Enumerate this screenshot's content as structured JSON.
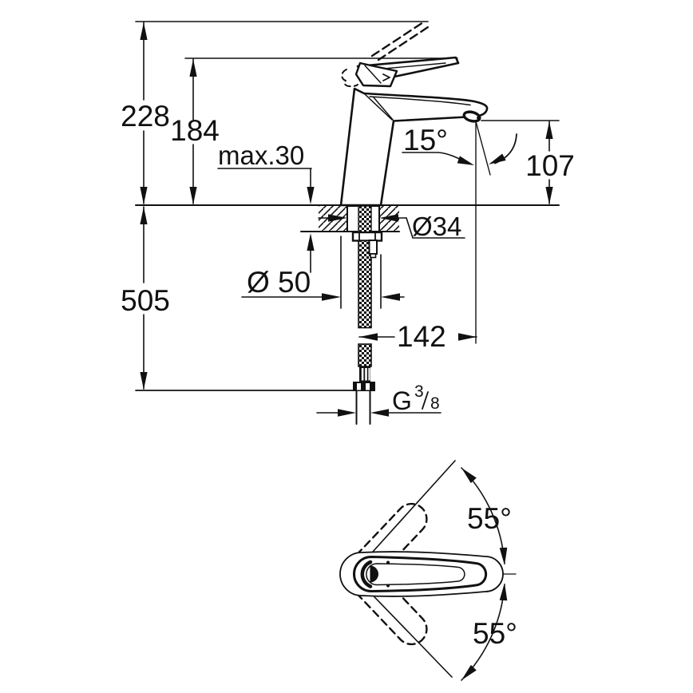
{
  "drawing": {
    "type": "technical-dimension-drawing",
    "product": "single-lever-basin-mixer",
    "line_color": "#111111",
    "background": "#ffffff",
    "side_view": {
      "overall_height": "228",
      "lever_height": "184",
      "deck_thickness_max": "max.30",
      "spout_angle": "15°",
      "outlet_height": "107",
      "shank_diameter": "Ø34",
      "base_diameter": "Ø 50",
      "hose_length": "505",
      "spout_reach": "142",
      "thread": {
        "g": "G",
        "numerator": "3",
        "denominator": "8"
      }
    },
    "top_view": {
      "swing_angle_upper": "55°",
      "swing_angle_lower": "55°"
    }
  }
}
